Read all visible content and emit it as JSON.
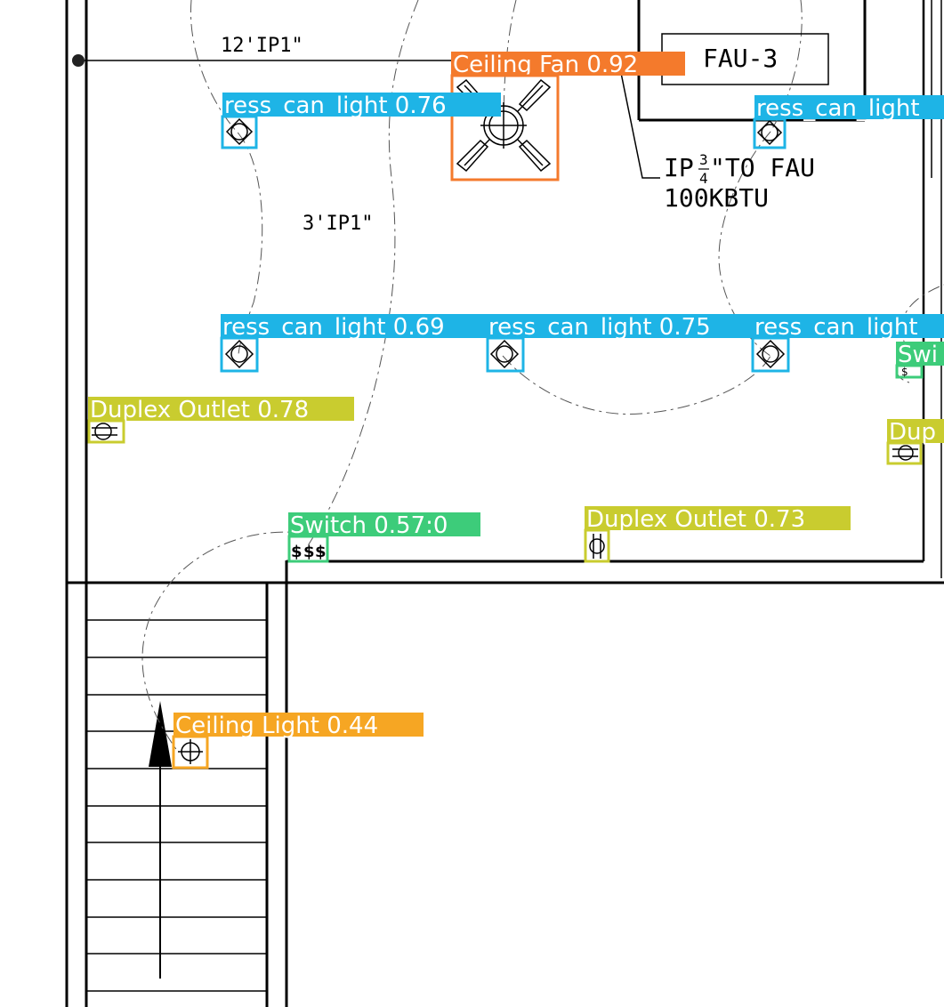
{
  "drawing": {
    "annotations": {
      "run_12ft": "12'IP1\"",
      "run_3ft": "3'IP1\"",
      "equipment_tag": "FAU-3",
      "gas_line_prefix": "IP",
      "gas_line_fraction_num": "3",
      "gas_line_fraction_den": "4",
      "gas_line_suffix": "\"TO FAU",
      "gas_load": "100KBTU"
    }
  },
  "colors": {
    "recess_can_light": "#1eb4e6",
    "ceiling_fan": "#f47a2c",
    "duplex_outlet": "#c9cc2f",
    "switch": "#3dcc7a",
    "ceiling_light": "#f6a623",
    "linework": "#000000",
    "background": "#ffffff"
  },
  "detections": [
    {
      "id": "fan",
      "label": "Ceiling Fan 0.92",
      "class": "ceiling_fan",
      "symbol": "fan-icon"
    },
    {
      "id": "can1",
      "label": "ress_can_light 0.76",
      "class": "recess_can_light",
      "symbol": "can-light-icon"
    },
    {
      "id": "can2",
      "label": "ress_can_light",
      "class": "recess_can_light",
      "symbol": "can-light-icon"
    },
    {
      "id": "can3",
      "label": "ress_can_light 0.69",
      "class": "recess_can_light",
      "symbol": "can-light-icon"
    },
    {
      "id": "can4",
      "label": "ress_can_light 0.75",
      "class": "recess_can_light",
      "symbol": "can-light-icon"
    },
    {
      "id": "can5",
      "label": "ress_can_light",
      "class": "recess_can_light",
      "symbol": "can-light-icon"
    },
    {
      "id": "switch_right",
      "label": "Swi",
      "class": "switch",
      "symbol": "switch-icon"
    },
    {
      "id": "duplex_left",
      "label": "Duplex Outlet 0.78",
      "class": "duplex_outlet",
      "symbol": "outlet-icon"
    },
    {
      "id": "duplex_right",
      "label": "Dup",
      "class": "duplex_outlet",
      "symbol": "outlet-icon"
    },
    {
      "id": "switch_main",
      "label": "Switch 0.57:0",
      "class": "switch",
      "symbol": "switch-icon"
    },
    {
      "id": "duplex_bottom",
      "label": "Duplex Outlet 0.73",
      "class": "duplex_outlet",
      "symbol": "outlet-icon"
    },
    {
      "id": "ceiling_light",
      "label": "Ceiling Light 0.44",
      "class": "ceiling_light",
      "symbol": "ceiling-light-icon"
    }
  ]
}
